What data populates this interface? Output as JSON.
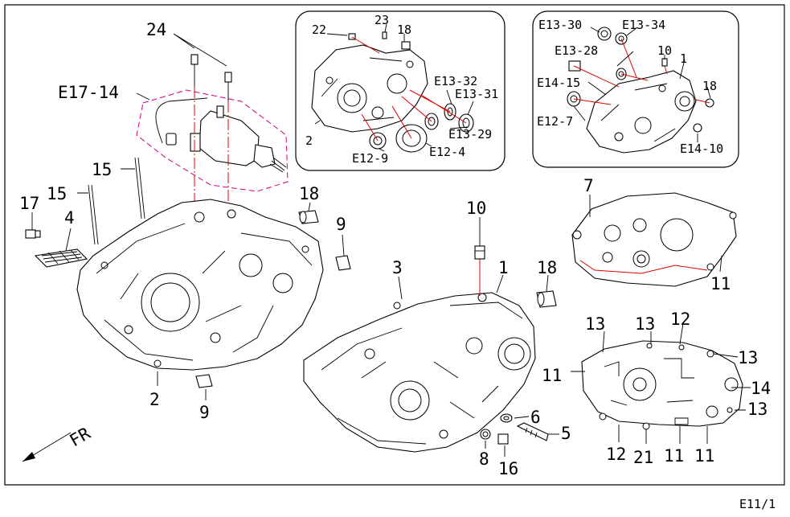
{
  "page_code": "E11/1",
  "direction_label": "FR",
  "callouts": {
    "c24": "24",
    "cE17_14": "E17-14",
    "c15a": "15",
    "c15b": "15",
    "c17": "17",
    "c4": "4",
    "c18_left": "18",
    "c9_upper": "9",
    "c2_main": "2",
    "c9_lower": "9",
    "c10_main": "10",
    "c3": "3",
    "c1_main": "1",
    "c18_right": "18",
    "c6": "6",
    "c5": "5",
    "c8": "8",
    "c16": "16",
    "c7": "7",
    "c11_a": "11",
    "c13_a": "13",
    "c13_b": "13",
    "c12_a": "12",
    "c13_c": "13",
    "c11_b": "11",
    "c14": "14",
    "c13_d": "13",
    "c12_b": "12",
    "c21": "21",
    "c11_c": "11",
    "c11_d": "11"
  },
  "inset_left": {
    "c22": "22",
    "c23": "23",
    "c18": "18",
    "cE13_32": "E13-32",
    "cE13_31": "E13-31",
    "cE13_29": "E13-29",
    "c2": "2",
    "cE12_9": "E12-9",
    "cE12_4": "E12-4"
  },
  "inset_right": {
    "cE13_30": "E13-30",
    "cE13_34": "E13-34",
    "cE13_28": "E13-28",
    "c10": "10",
    "c1": "1",
    "cE14_15": "E14-15",
    "c18": "18",
    "cE12_7": "E12-7",
    "cE14_10": "E14-10"
  },
  "colors": {
    "line": "#000000",
    "leader_red": "#e00000",
    "outline_pink": "#d1007a",
    "background": "#ffffff"
  }
}
